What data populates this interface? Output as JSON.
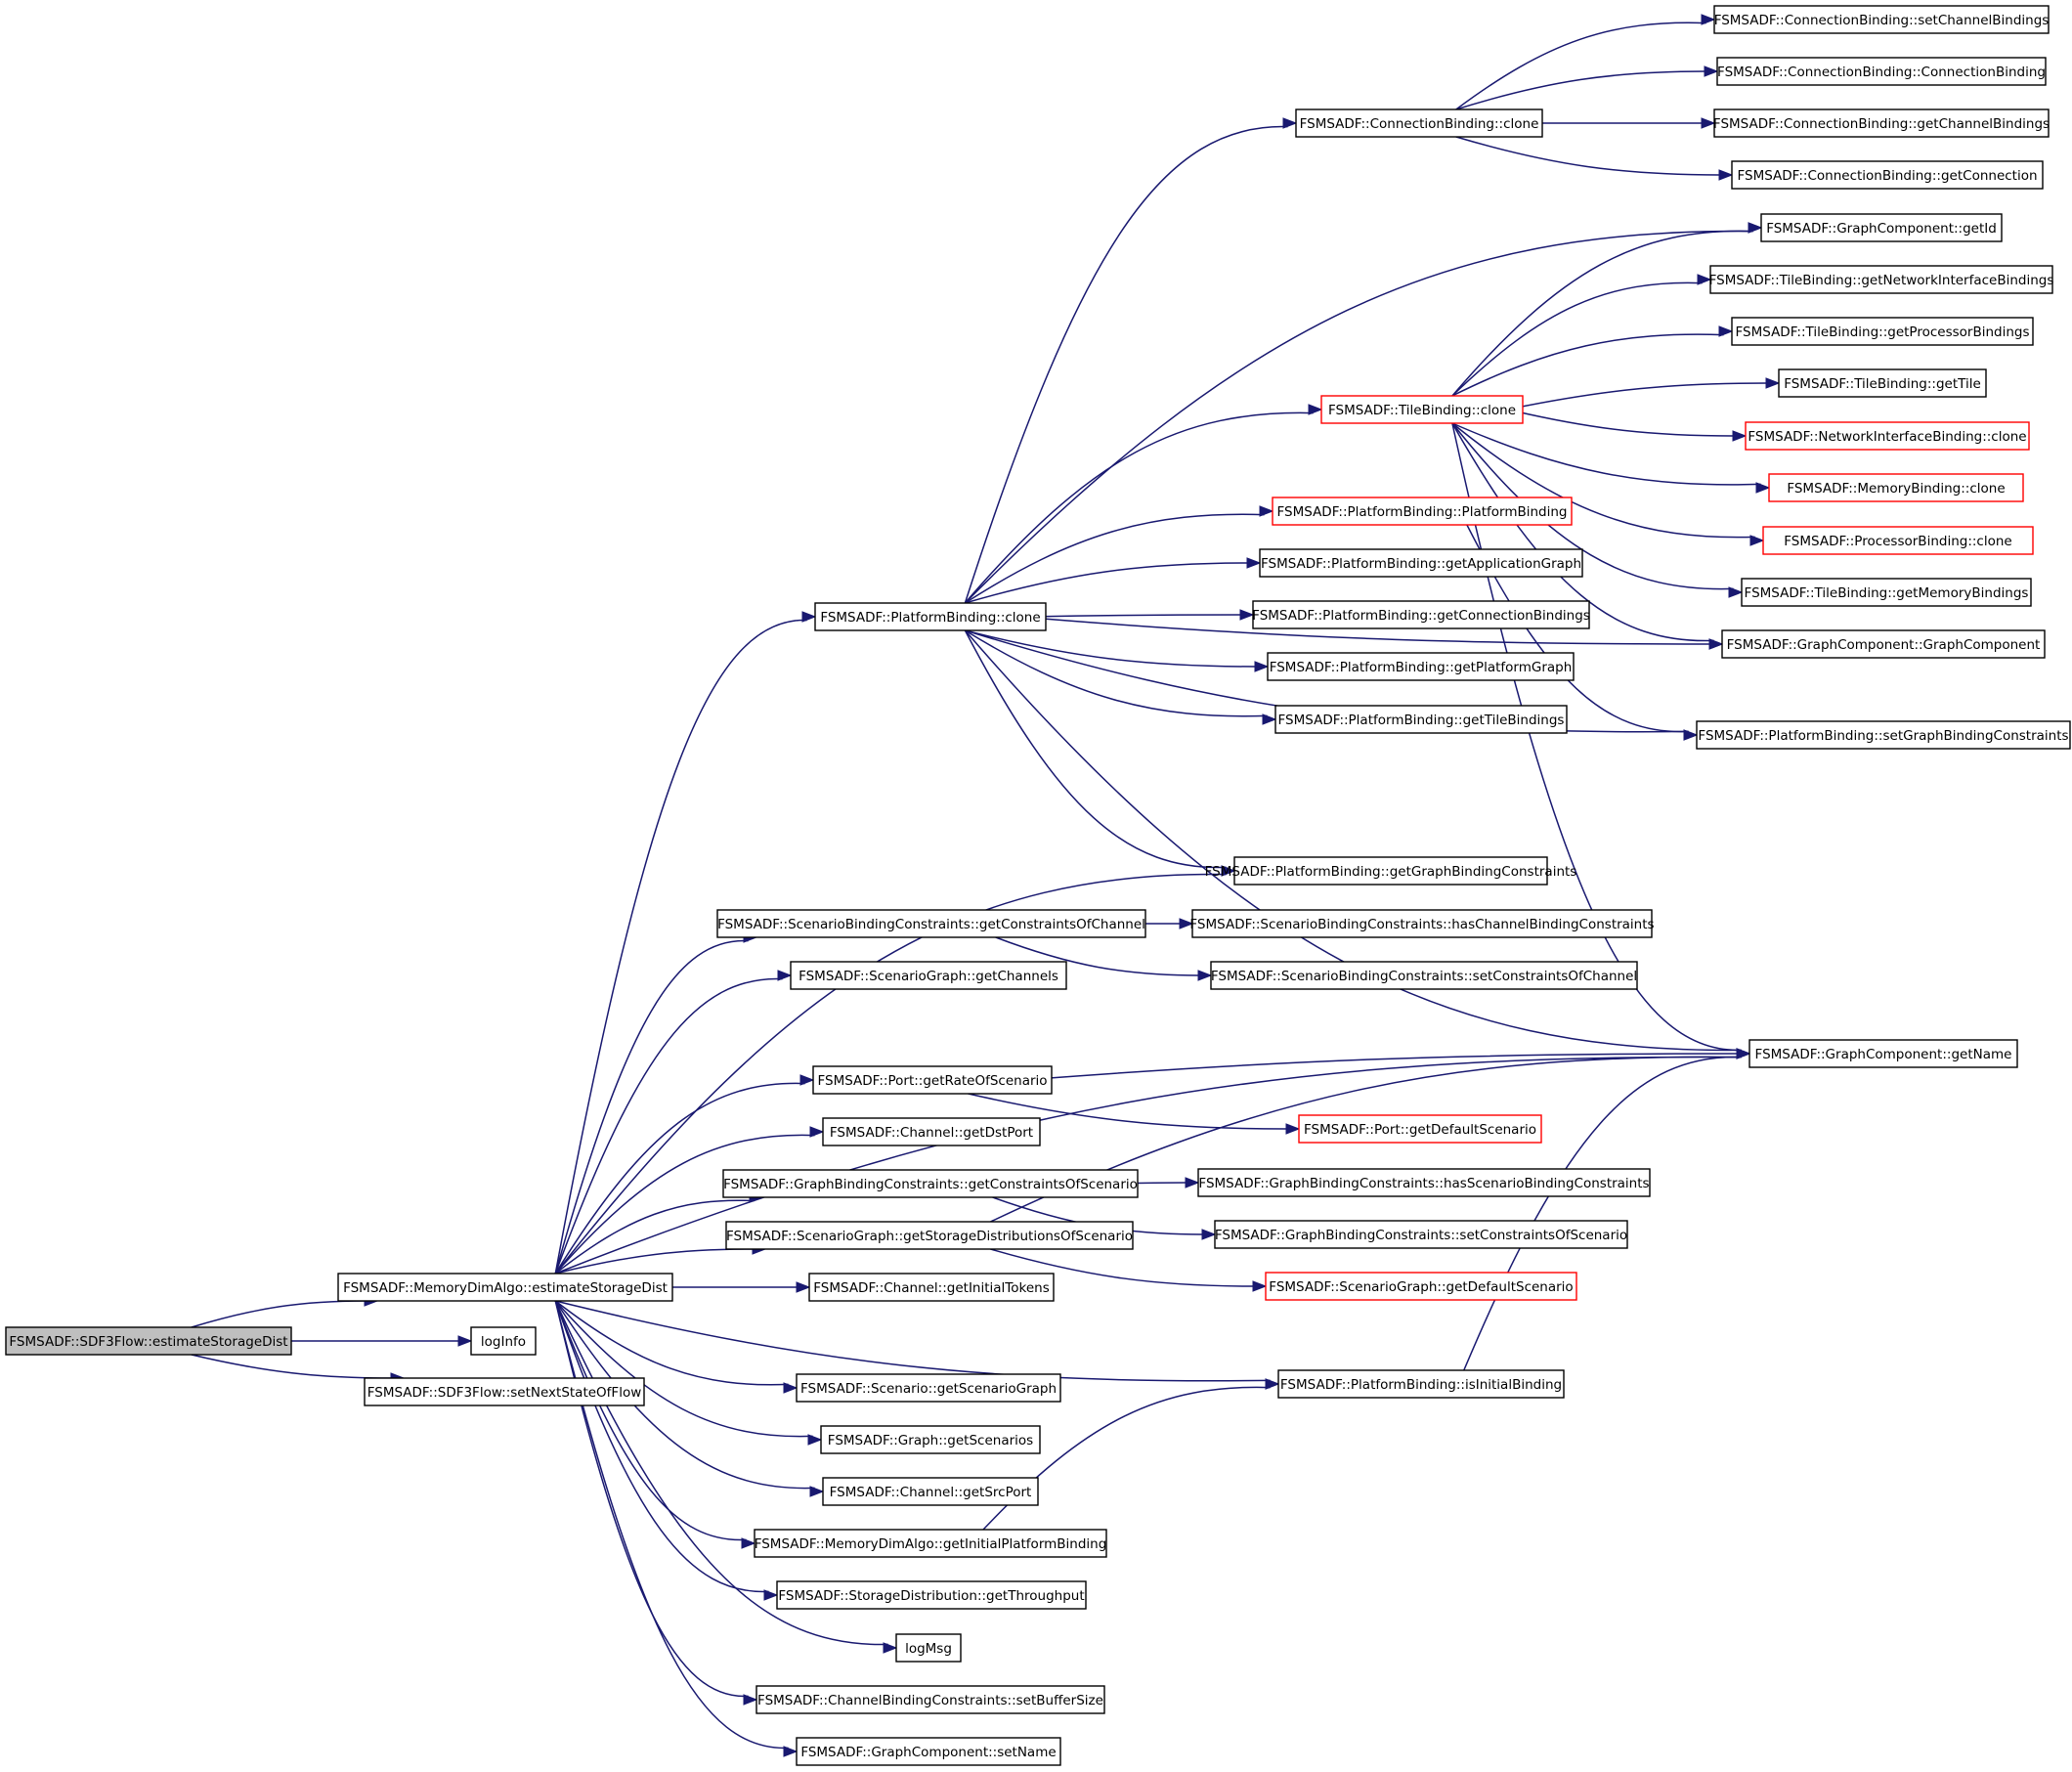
{
  "diagram": {
    "type": "call-graph",
    "colors": {
      "edge": "#191970",
      "node_border": "#000000",
      "external_border": "#ff0000",
      "root_fill": "#bfbfbf",
      "node_fill": "#ffffff"
    },
    "nodes": [
      {
        "id": "root",
        "label": "FSMSADF::SDF3Flow::estimateStorageDist",
        "kind": "root"
      },
      {
        "id": "mda_est",
        "label": "FSMSADF::MemoryDimAlgo::estimateStorageDist",
        "kind": "normal"
      },
      {
        "id": "logInfo",
        "label": "logInfo",
        "kind": "normal"
      },
      {
        "id": "setNextState",
        "label": "FSMSADF::SDF3Flow::setNextStateOfFlow",
        "kind": "normal"
      },
      {
        "id": "pb_clone",
        "label": "FSMSADF::PlatformBinding::clone",
        "kind": "normal"
      },
      {
        "id": "cb_clone",
        "label": "FSMSADF::ConnectionBinding::clone",
        "kind": "normal"
      },
      {
        "id": "cb_setCh",
        "label": "FSMSADF::ConnectionBinding::setChannelBindings",
        "kind": "normal"
      },
      {
        "id": "cb_ctor",
        "label": "FSMSADF::ConnectionBinding::ConnectionBinding",
        "kind": "normal"
      },
      {
        "id": "cb_getCh",
        "label": "FSMSADF::ConnectionBinding::getChannelBindings",
        "kind": "normal"
      },
      {
        "id": "cb_getConn",
        "label": "FSMSADF::ConnectionBinding::getConnection",
        "kind": "normal"
      },
      {
        "id": "gc_getId",
        "label": "FSMSADF::GraphComponent::getId",
        "kind": "normal"
      },
      {
        "id": "tb_getNI",
        "label": "FSMSADF::TileBinding::getNetworkInterfaceBindings",
        "kind": "normal"
      },
      {
        "id": "tb_getProc",
        "label": "FSMSADF::TileBinding::getProcessorBindings",
        "kind": "normal"
      },
      {
        "id": "tb_getTile",
        "label": "FSMSADF::TileBinding::getTile",
        "kind": "normal"
      },
      {
        "id": "tb_clone",
        "label": "FSMSADF::TileBinding::clone",
        "kind": "external"
      },
      {
        "id": "nib_clone",
        "label": "FSMSADF::NetworkInterfaceBinding::clone",
        "kind": "external"
      },
      {
        "id": "mb_clone",
        "label": "FSMSADF::MemoryBinding::clone",
        "kind": "external"
      },
      {
        "id": "pb_ctor",
        "label": "FSMSADF::PlatformBinding::PlatformBinding",
        "kind": "external"
      },
      {
        "id": "procb_clone",
        "label": "FSMSADF::ProcessorBinding::clone",
        "kind": "external"
      },
      {
        "id": "pb_getApp",
        "label": "FSMSADF::PlatformBinding::getApplicationGraph",
        "kind": "normal"
      },
      {
        "id": "tb_getMem",
        "label": "FSMSADF::TileBinding::getMemoryBindings",
        "kind": "normal"
      },
      {
        "id": "pb_getConnB",
        "label": "FSMSADF::PlatformBinding::getConnectionBindings",
        "kind": "normal"
      },
      {
        "id": "gc_ctor",
        "label": "FSMSADF::GraphComponent::GraphComponent",
        "kind": "normal"
      },
      {
        "id": "pb_getPlat",
        "label": "FSMSADF::PlatformBinding::getPlatformGraph",
        "kind": "normal"
      },
      {
        "id": "pb_getTileB",
        "label": "FSMSADF::PlatformBinding::getTileBindings",
        "kind": "normal"
      },
      {
        "id": "pb_setGBC",
        "label": "FSMSADF::PlatformBinding::setGraphBindingConstraints",
        "kind": "normal"
      },
      {
        "id": "pb_getGBC",
        "label": "FSMSADF::PlatformBinding::getGraphBindingConstraints",
        "kind": "normal"
      },
      {
        "id": "sbc_getCoC",
        "label": "FSMSADF::ScenarioBindingConstraints::getConstraintsOfChannel",
        "kind": "normal"
      },
      {
        "id": "sbc_hasCBC",
        "label": "FSMSADF::ScenarioBindingConstraints::hasChannelBindingConstraints",
        "kind": "normal"
      },
      {
        "id": "sg_getCh",
        "label": "FSMSADF::ScenarioGraph::getChannels",
        "kind": "normal"
      },
      {
        "id": "sbc_setCoC",
        "label": "FSMSADF::ScenarioBindingConstraints::setConstraintsOfChannel",
        "kind": "normal"
      },
      {
        "id": "gc_getName",
        "label": "FSMSADF::GraphComponent::getName",
        "kind": "normal"
      },
      {
        "id": "port_getRate",
        "label": "FSMSADF::Port::getRateOfScenario",
        "kind": "normal"
      },
      {
        "id": "port_getDef",
        "label": "FSMSADF::Port::getDefaultScenario",
        "kind": "external"
      },
      {
        "id": "ch_getDst",
        "label": "FSMSADF::Channel::getDstPort",
        "kind": "normal"
      },
      {
        "id": "gbc_getCoS",
        "label": "FSMSADF::GraphBindingConstraints::getConstraintsOfScenario",
        "kind": "normal"
      },
      {
        "id": "gbc_hasSBC",
        "label": "FSMSADF::GraphBindingConstraints::hasScenarioBindingConstraints",
        "kind": "normal"
      },
      {
        "id": "sg_getSD",
        "label": "FSMSADF::ScenarioGraph::getStorageDistributionsOfScenario",
        "kind": "normal"
      },
      {
        "id": "gbc_setCoS",
        "label": "FSMSADF::GraphBindingConstraints::setConstraintsOfScenario",
        "kind": "normal"
      },
      {
        "id": "ch_getInit",
        "label": "FSMSADF::Channel::getInitialTokens",
        "kind": "normal"
      },
      {
        "id": "sg_getDef",
        "label": "FSMSADF::ScenarioGraph::getDefaultScenario",
        "kind": "external"
      },
      {
        "id": "sc_getSG",
        "label": "FSMSADF::Scenario::getScenarioGraph",
        "kind": "normal"
      },
      {
        "id": "pb_isInit",
        "label": "FSMSADF::PlatformBinding::isInitialBinding",
        "kind": "normal"
      },
      {
        "id": "g_getScen",
        "label": "FSMSADF::Graph::getScenarios",
        "kind": "normal"
      },
      {
        "id": "ch_getSrc",
        "label": "FSMSADF::Channel::getSrcPort",
        "kind": "normal"
      },
      {
        "id": "mda_getIPB",
        "label": "FSMSADF::MemoryDimAlgo::getInitialPlatformBinding",
        "kind": "normal"
      },
      {
        "id": "sd_getThr",
        "label": "FSMSADF::StorageDistribution::getThroughput",
        "kind": "normal"
      },
      {
        "id": "logMsg",
        "label": "logMsg",
        "kind": "normal"
      },
      {
        "id": "cbc_setBuf",
        "label": "FSMSADF::ChannelBindingConstraints::setBufferSize",
        "kind": "normal"
      },
      {
        "id": "gc_setName",
        "label": "FSMSADF::GraphComponent::setName",
        "kind": "normal"
      }
    ],
    "edges": [
      [
        "root",
        "mda_est"
      ],
      [
        "root",
        "logInfo"
      ],
      [
        "root",
        "setNextState"
      ],
      [
        "mda_est",
        "pb_clone"
      ],
      [
        "mda_est",
        "pb_getGBC"
      ],
      [
        "mda_est",
        "sbc_getCoC"
      ],
      [
        "mda_est",
        "sg_getCh"
      ],
      [
        "mda_est",
        "gc_getName"
      ],
      [
        "mda_est",
        "port_getRate"
      ],
      [
        "mda_est",
        "ch_getDst"
      ],
      [
        "mda_est",
        "gbc_getCoS"
      ],
      [
        "mda_est",
        "sg_getSD"
      ],
      [
        "mda_est",
        "ch_getInit"
      ],
      [
        "mda_est",
        "pb_isInit"
      ],
      [
        "mda_est",
        "sc_getSG"
      ],
      [
        "mda_est",
        "g_getScen"
      ],
      [
        "mda_est",
        "ch_getSrc"
      ],
      [
        "mda_est",
        "mda_getIPB"
      ],
      [
        "mda_est",
        "sd_getThr"
      ],
      [
        "mda_est",
        "logMsg"
      ],
      [
        "mda_est",
        "cbc_setBuf"
      ],
      [
        "mda_est",
        "gc_setName"
      ],
      [
        "pb_clone",
        "cb_clone"
      ],
      [
        "pb_clone",
        "gc_getId"
      ],
      [
        "pb_clone",
        "tb_clone"
      ],
      [
        "pb_clone",
        "gc_ctor"
      ],
      [
        "pb_clone",
        "pb_ctor"
      ],
      [
        "pb_clone",
        "pb_getApp"
      ],
      [
        "pb_clone",
        "pb_getConnB"
      ],
      [
        "pb_clone",
        "pb_getPlat"
      ],
      [
        "pb_clone",
        "pb_getTileB"
      ],
      [
        "pb_clone",
        "pb_setGBC"
      ],
      [
        "pb_clone",
        "pb_getGBC"
      ],
      [
        "pb_clone",
        "gc_getName"
      ],
      [
        "cb_clone",
        "cb_setCh"
      ],
      [
        "cb_clone",
        "cb_ctor"
      ],
      [
        "cb_clone",
        "cb_getCh"
      ],
      [
        "cb_clone",
        "cb_getConn"
      ],
      [
        "tb_clone",
        "gc_getId"
      ],
      [
        "tb_clone",
        "tb_getNI"
      ],
      [
        "tb_clone",
        "tb_getProc"
      ],
      [
        "tb_clone",
        "tb_getTile"
      ],
      [
        "tb_clone",
        "nib_clone"
      ],
      [
        "tb_clone",
        "mb_clone"
      ],
      [
        "tb_clone",
        "procb_clone"
      ],
      [
        "tb_clone",
        "tb_getMem"
      ],
      [
        "tb_clone",
        "gc_ctor"
      ],
      [
        "tb_clone",
        "gc_getName"
      ],
      [
        "pb_ctor",
        "pb_setGBC"
      ],
      [
        "sbc_getCoC",
        "sbc_hasCBC"
      ],
      [
        "sbc_getCoC",
        "sbc_setCoC"
      ],
      [
        "port_getRate",
        "gc_getName"
      ],
      [
        "port_getRate",
        "port_getDef"
      ],
      [
        "gbc_getCoS",
        "gbc_hasSBC"
      ],
      [
        "gbc_getCoS",
        "gbc_setCoS"
      ],
      [
        "sg_getSD",
        "sg_getDef"
      ],
      [
        "sg_getSD",
        "gc_getName"
      ],
      [
        "pb_isInit",
        "gc_getName"
      ],
      [
        "mda_getIPB",
        "pb_isInit"
      ]
    ]
  }
}
